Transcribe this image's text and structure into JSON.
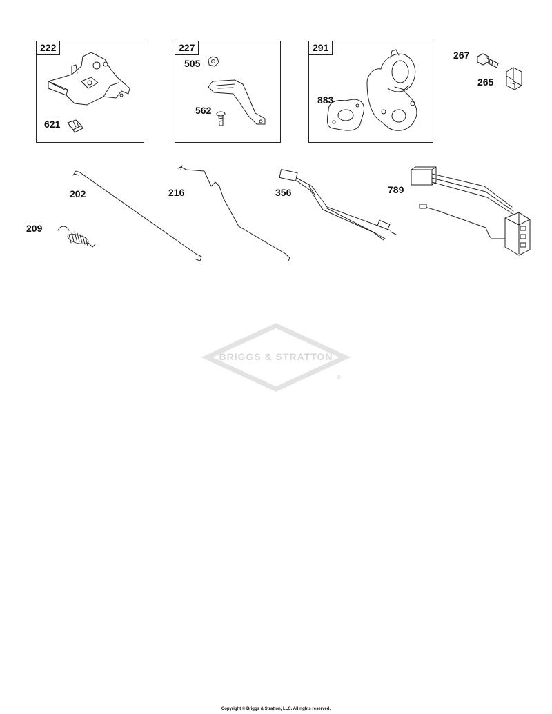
{
  "boxes": [
    {
      "label": "222"
    },
    {
      "label": "227"
    },
    {
      "label": "291"
    }
  ],
  "callouts": {
    "p621": "621",
    "p505": "505",
    "p562": "562",
    "p883": "883",
    "p267": "267",
    "p265": "265",
    "p202": "202",
    "p216": "216",
    "p356": "356",
    "p789": "789",
    "p209": "209"
  },
  "watermark": "BRIGGS & STRATTON",
  "watermark_registered": "®",
  "footer": {
    "copyright": "Copyright © Briggs & Stratton, LLC. All rights reserved."
  }
}
